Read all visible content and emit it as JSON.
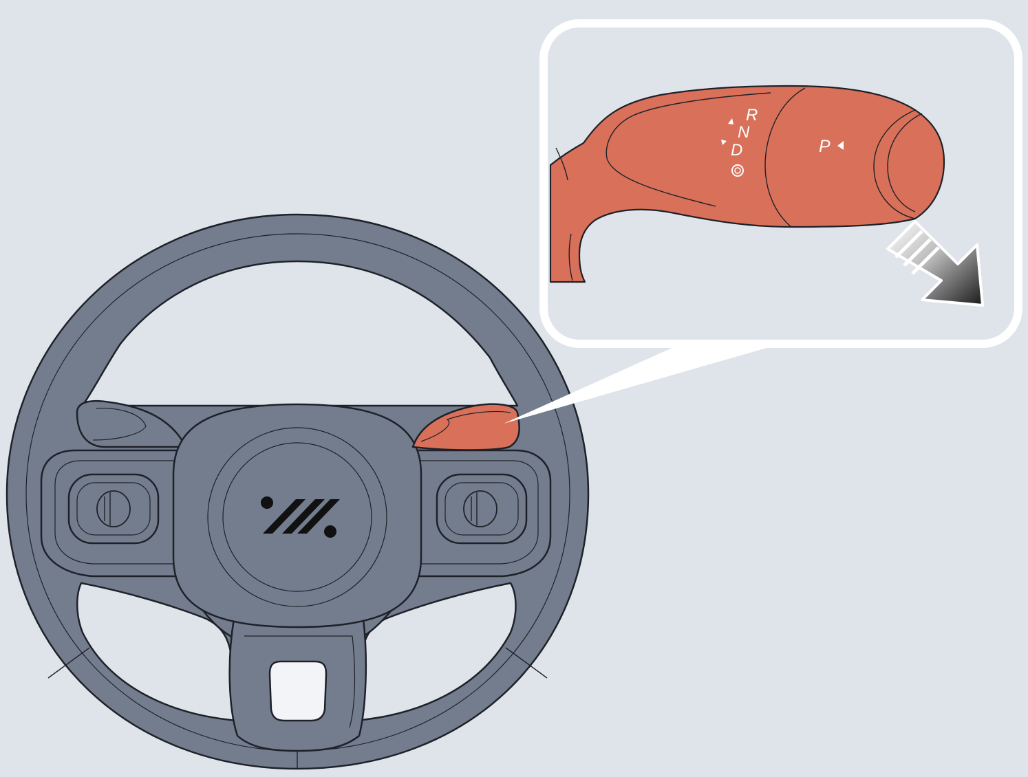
{
  "colors": {
    "background": "#dfe3ea",
    "wheel": "#737d8e",
    "wheel_outline": "#1e2128",
    "stalk": "#d8705a",
    "inset_fill": "#dfe3ea",
    "inset_border": "#ffffff",
    "logo": "#111111"
  },
  "inset": {
    "gear_labels": {
      "r": "R",
      "n": "N",
      "d": "D",
      "p": "P"
    },
    "arrow": "down-right-arrow-icon"
  },
  "icons": {
    "logo": "brand-logo-icon",
    "left_control": "left-thumb-roller-icon",
    "right_control": "right-thumb-roller-icon",
    "auto_hold": "auto-hold-icon"
  }
}
